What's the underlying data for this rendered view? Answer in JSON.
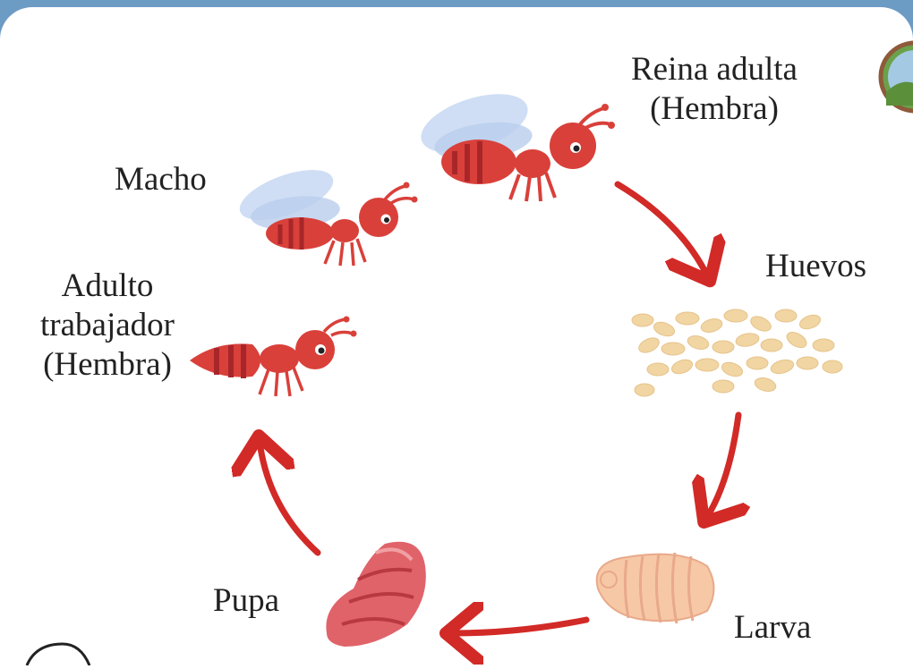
{
  "labels": {
    "reina_line1": "Reina adulta",
    "reina_line2": "(Hembra)",
    "macho": "Macho",
    "huevos": "Huevos",
    "adulto_line1": "Adulto",
    "adulto_line2": "trabajador",
    "adulto_line3": "(Hembra)",
    "pupa": "Pupa",
    "larva": "Larva"
  },
  "colors": {
    "ant_red": "#d9403a",
    "ant_stripe": "#a8262a",
    "wing": "#c7d8f2",
    "arrow": "#d22a27",
    "egg": "#f1d5a3",
    "larva": "#f6c8a6",
    "pupa": "#e0636a"
  },
  "icons": [
    "ant-queen-icon",
    "ant-male-icon",
    "ant-worker-icon",
    "eggs-icon",
    "larva-icon",
    "pupa-icon",
    "logo-icon"
  ]
}
